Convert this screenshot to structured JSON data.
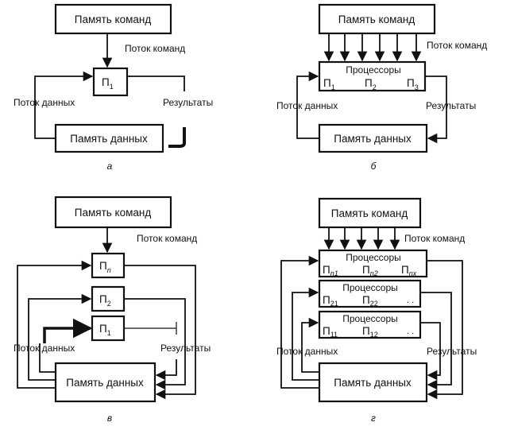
{
  "labels": {
    "instr_mem": "Память команд",
    "data_mem": "Память данных",
    "instr_stream": "Поток команд",
    "data_stream": "Поток данных",
    "results": "Результаты",
    "processors": "Процессоры",
    "ellipsis": ". ."
  },
  "processors": {
    "p": "П",
    "p1_sub": "1",
    "p2_sub": "2",
    "p3_sub": "3",
    "pn_sub": "n",
    "pn1_sub": "n1",
    "pn2_sub": "n2",
    "pnx_sub": "nx",
    "p21_sub": "21",
    "p22_sub": "22",
    "p11_sub": "11",
    "p12_sub": "12"
  },
  "captions": {
    "a": "а",
    "b": "б",
    "v": "в",
    "g": "г"
  }
}
